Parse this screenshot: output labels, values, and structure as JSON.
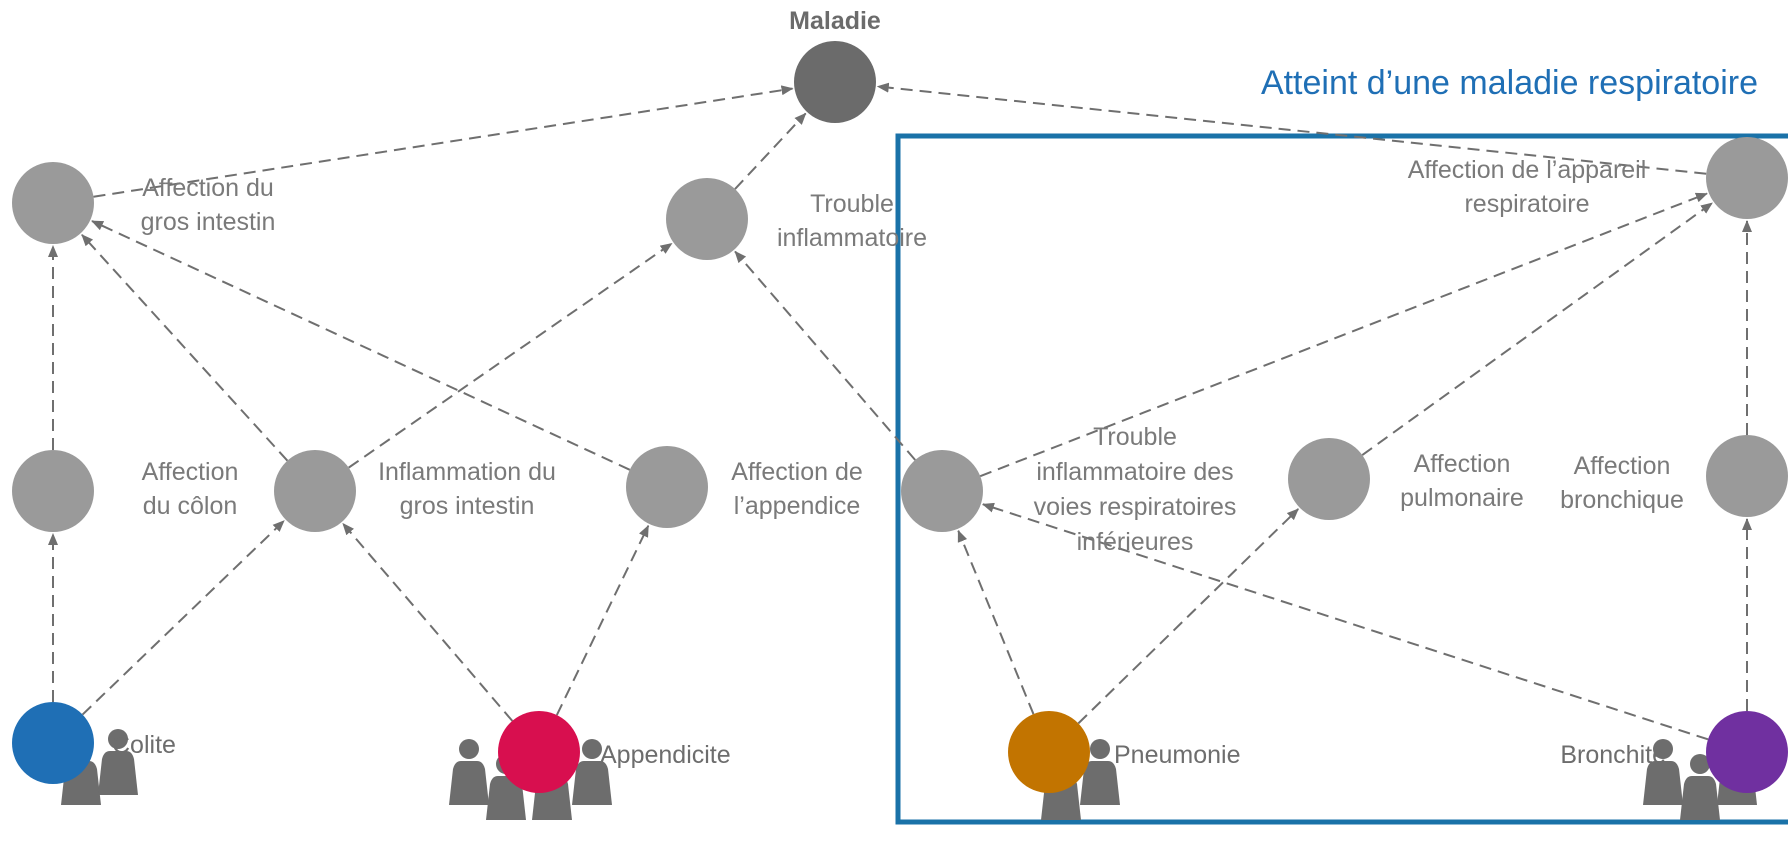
{
  "root": {
    "label": "Maladie",
    "color": "#6b6b6b"
  },
  "group": {
    "label": "Atteint d’une maladie respiratoire",
    "border_color": "#1a72a8",
    "text_color": "#1f6fb5"
  },
  "colors": {
    "node": "#9a9a9a",
    "edge": "#6f6f6f",
    "person": "#6d6d6d",
    "text": "#7a7a7a"
  },
  "nodes": [
    {
      "id": "gros-intestin",
      "lines": [
        "Affection du",
        "gros intestin"
      ]
    },
    {
      "id": "trouble-inflammatoire",
      "lines": [
        "Trouble",
        "inflammatoire"
      ]
    },
    {
      "id": "appareil-respiratoire",
      "lines": [
        "Affection de l’appareil",
        "respiratoire"
      ]
    },
    {
      "id": "colon",
      "lines": [
        "Affection",
        "du côlon"
      ]
    },
    {
      "id": "inflammation-gros-intestin",
      "lines": [
        "Inflammation du",
        "gros intestin"
      ]
    },
    {
      "id": "appendice",
      "lines": [
        "Affection de",
        "l’appendice"
      ]
    },
    {
      "id": "voies-respiratoires",
      "lines": [
        "Trouble",
        "inflammatoire des",
        "voies respiratoires",
        "inférieures"
      ]
    },
    {
      "id": "pulmonaire",
      "lines": [
        "Affection",
        "pulmonaire"
      ]
    },
    {
      "id": "bronchique",
      "lines": [
        "Affection",
        "bronchique"
      ]
    }
  ],
  "leaves": [
    {
      "id": "colite",
      "label": "Colite",
      "color": "#1f6fb5",
      "people": 2
    },
    {
      "id": "appendicite",
      "label": "Appendicite",
      "color": "#d80f4f",
      "people": 4
    },
    {
      "id": "pneumonie",
      "label": "Pneumonie",
      "color": "#c27400",
      "people": 2
    },
    {
      "id": "bronchite",
      "label": "Bronchite",
      "color": "#7030a0",
      "people": 3
    }
  ],
  "edges": [
    [
      "gros-intestin",
      "root"
    ],
    [
      "trouble-inflammatoire",
      "root"
    ],
    [
      "appareil-respiratoire",
      "root"
    ],
    [
      "colon",
      "gros-intestin"
    ],
    [
      "inflammation-gros-intestin",
      "gros-intestin"
    ],
    [
      "appendice",
      "gros-intestin"
    ],
    [
      "inflammation-gros-intestin",
      "trouble-inflammatoire"
    ],
    [
      "voies-respiratoires",
      "trouble-inflammatoire"
    ],
    [
      "voies-respiratoires",
      "appareil-respiratoire"
    ],
    [
      "pulmonaire",
      "appareil-respiratoire"
    ],
    [
      "bronchique",
      "appareil-respiratoire"
    ],
    [
      "colite",
      "colon"
    ],
    [
      "colite",
      "inflammation-gros-intestin"
    ],
    [
      "appendicite",
      "inflammation-gros-intestin"
    ],
    [
      "appendicite",
      "appendice"
    ],
    [
      "pneumonie",
      "voies-respiratoires"
    ],
    [
      "pneumonie",
      "pulmonaire"
    ],
    [
      "bronchite",
      "voies-respiratoires"
    ],
    [
      "bronchite",
      "bronchique"
    ]
  ]
}
